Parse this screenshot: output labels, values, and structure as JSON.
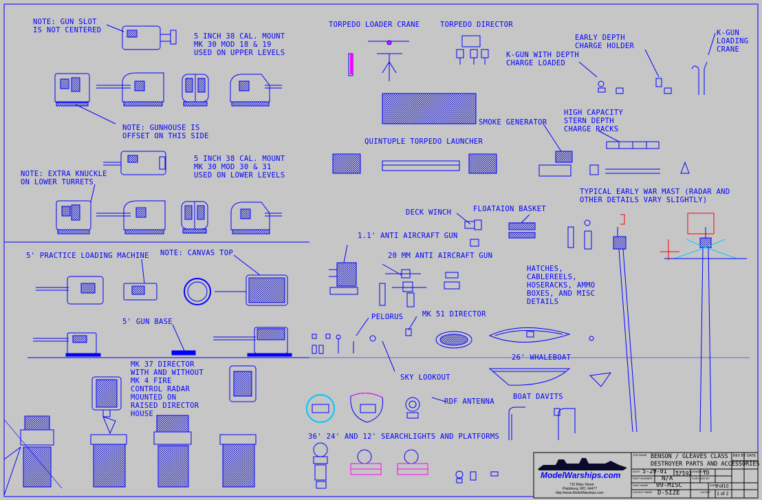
{
  "labels": {
    "gun_slot": "NOTE: GUN SLOT\nIS NOT CENTERED",
    "mount_upper": "5 INCH 38 CAL. MOUNT\nMK 30 MOD 18 & 19\nUSED ON UPPER LEVELS",
    "gunhouse_offset": "NOTE: GUNHOUSE IS\nOFFSET ON THIS SIDE",
    "mount_lower": "5 INCH 38 CAL. MOUNT\nMK 30 MOD 30 & 31\nUSED ON LOWER LEVELS",
    "extra_knuckle": "NOTE: EXTRA KNUCKLE\nON LOWER TURRETS",
    "practice_loading": "5' PRACTICE LOADING MACHINE",
    "canvas_top": "NOTE: CANVAS TOP",
    "gun_base": "5' GUN BASE",
    "mk37": "MK 37 DIRECTOR\nWITH AND WITHOUT\nMK 4 FIRE\nCONTROL RADAR\nMOUNTED ON\nRAISED DIRECTOR\nHOUSE",
    "torpedo_crane": "TORPEDO LOADER CRANE",
    "torpedo_director": "TORPEDO DIRECTOR",
    "quintuple": "QUINTUPLE TORPEDO LAUNCHER",
    "early_depth": "EARLY DEPTH\nCHARGE HOLDER",
    "kgun_loading": "K-GUN\nLOADING\nCRANE",
    "kgun_depth": "K-GUN WITH DEPTH\nCHARGE LOADED",
    "smoke": "SMOKE GENERATOR",
    "stern_racks": "HIGH CAPACITY\nSTERN DEPTH\nCHARGE RACKS",
    "mast": "TYPICAL EARLY WAR MAST (RADAR AND\nOTHER DETAILS VARY SLIGHTLY)",
    "deck_winch": "DECK WINCH",
    "floatation": "FLOATAION BASKET",
    "aa11": "1.1' ANTI AIRCRAFT GUN",
    "aa20": "20 MM ANTI AIRCRAFT GUN",
    "hatches": "HATCHES,\nCABLEREELS,\nHOSERACKS, AMMO\nBOXES, AND MISC\nDETAILS",
    "pelorus": "PELORUS",
    "mk51": "MK 51 DIRECTOR",
    "sky_lookout": "SKY LOOKOUT",
    "whaleboat": "26' WHALEBOAT",
    "rdf": "RDF ANTENNA",
    "davits": "BOAT DAVITS",
    "searchlights": "36' 24' AND 12' SEARCHLIGHTS AND PLATFORMS"
  },
  "title_block": {
    "logo": "ModelWarships.com",
    "address_line1": "715 Riley Street",
    "address_line2": "Plattsburg, MO. 64477",
    "address_line3": "http://www.ModelWarships.com",
    "job_name_label": "JOB NAME",
    "job_name": "BENSON / GLEAVES CLASS\nDESTROYER PARTS AND ACCESSORIES",
    "rev_by_label": "REV BY",
    "date_label": "DATE",
    "date": "5-29-01",
    "scale_label": "SCALE",
    "scale": "1/192",
    "drawn_label": "DRAWN BY",
    "drawn": "TD",
    "part_label": "PART NUMBER",
    "part": "N/A",
    "checked_label": "CHECKED BY",
    "dwg_label": "DWG NAME",
    "dwg": "09-MISC",
    "sheet_label": "SHEET",
    "sheet": "9 of10",
    "layout_name_label": "LAYOUT NAME",
    "layout_name": "D-SIZE",
    "layout_label": "LAYOUT",
    "layout": "1 of 2",
    "date2_label": "DATE"
  },
  "colors": {
    "background": "#c6c6c6",
    "linework": "#0000ff",
    "hatch": "#00008b",
    "cyan": "#00c8ff",
    "magenta": "#ff00ff",
    "red": "#ff0000"
  }
}
